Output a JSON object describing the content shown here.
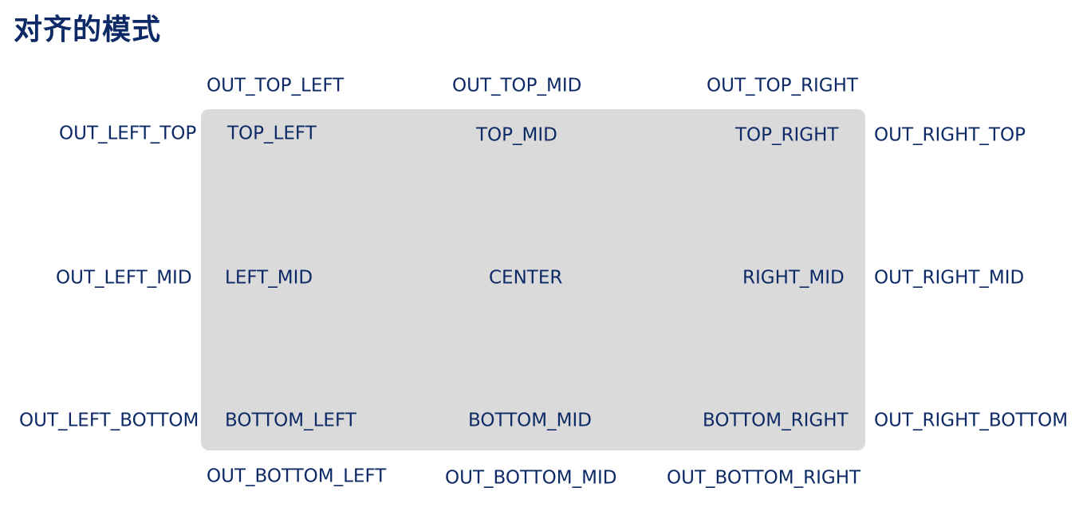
{
  "title": "对齐的模式",
  "colors": {
    "text": "#0d2a66",
    "box_fill": "#dadada",
    "background": "#ffffff"
  },
  "labels": {
    "out_top_left": "OUT_TOP_LEFT",
    "out_top_mid": "OUT_TOP_MID",
    "out_top_right": "OUT_TOP_RIGHT",
    "out_left_top": "OUT_LEFT_TOP",
    "top_left": "TOP_LEFT",
    "top_mid": "TOP_MID",
    "top_right": "TOP_RIGHT",
    "out_right_top": "OUT_RIGHT_TOP",
    "out_left_mid": "OUT_LEFT_MID",
    "left_mid": "LEFT_MID",
    "center": "CENTER",
    "right_mid": "RIGHT_MID",
    "out_right_mid": "OUT_RIGHT_MID",
    "out_left_bottom": "OUT_LEFT_BOTTOM",
    "bottom_left": "BOTTOM_LEFT",
    "bottom_mid": "BOTTOM_MID",
    "bottom_right": "BOTTOM_RIGHT",
    "out_right_bottom": "OUT_RIGHT_BOTTOM",
    "out_bottom_left": "OUT_BOTTOM_LEFT",
    "out_bottom_mid": "OUT_BOTTOM_MID",
    "out_bottom_right": "OUT_BOTTOM_RIGHT"
  }
}
